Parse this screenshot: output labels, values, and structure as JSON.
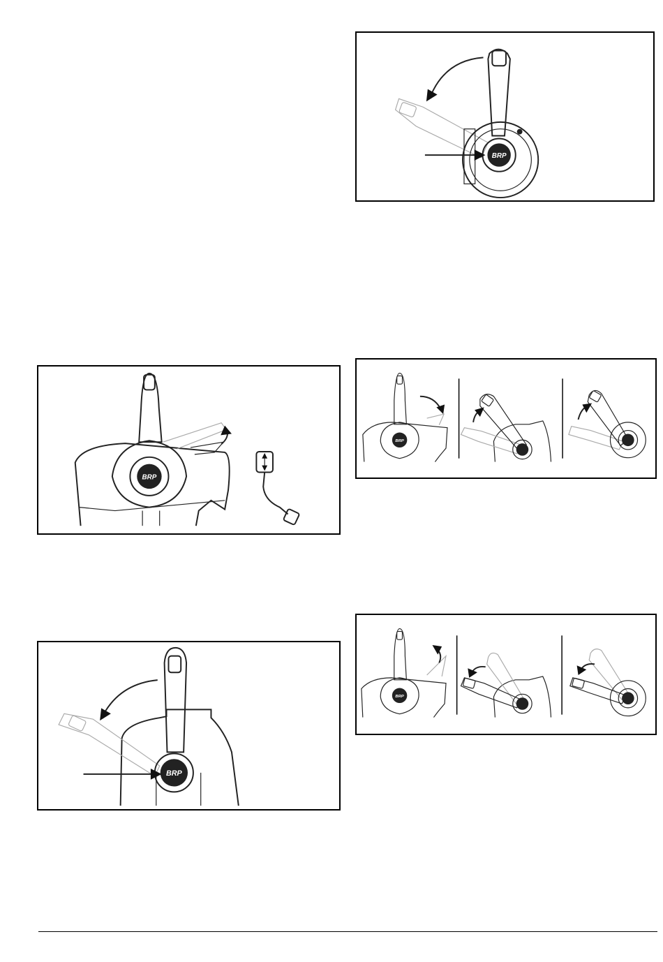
{
  "figures": [
    {
      "id": "fig1",
      "logo_text": "BRP"
    },
    {
      "id": "fig2",
      "logo_text": "BRP"
    },
    {
      "id": "fig3",
      "logo_text": "BRP"
    },
    {
      "id": "fig4",
      "logo_text": "BRP"
    },
    {
      "id": "fig5",
      "logo_text": "BRP"
    }
  ]
}
